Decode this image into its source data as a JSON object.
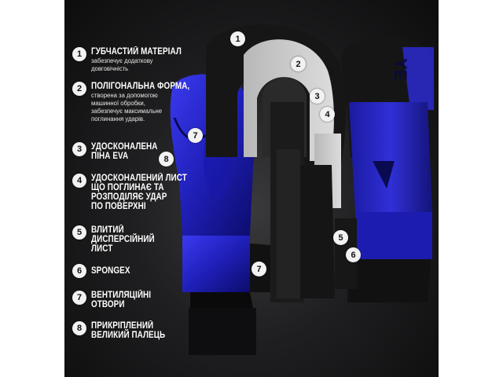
{
  "features": [
    {
      "num": "1",
      "title": "ГУБЧАСТИЙ МАТЕРІАЛ",
      "desc": "забезпечує додаткову\nдовговічність"
    },
    {
      "num": "2",
      "title": "ПОЛІГОНАЛЬНА ФОРМА,",
      "desc": "створена за допомогою\nмашинної обробки,\nзабезпечує максимальне\nпоглинання ударів."
    },
    {
      "num": "3",
      "title": "УДОСКОНАЛЕНА\nПІНА EVA",
      "desc": ""
    },
    {
      "num": "4",
      "title": "УДОСКОНАЛЕНИЙ ЛИСТ\nЩО ПОГЛИНАЄ ТА\nРОЗПОДІЛЯЄ УДАР\nПО ПОВЕРХНІ",
      "desc": ""
    },
    {
      "num": "5",
      "title": "ВЛИТИЙ\nДИСПЕРСІЙНИЙ\nЛИСТ",
      "desc": ""
    },
    {
      "num": "6",
      "title": "SPONGEX",
      "desc": ""
    },
    {
      "num": "7",
      "title": "ВЕНТИЛЯЦІЙНІ\nОТВОРИ",
      "desc": ""
    },
    {
      "num": "8",
      "title": "ПРИКРІПЛЕНИЙ\nВЕЛИКИЙ ПАЛЕЦЬ",
      "desc": ""
    }
  ],
  "callouts": [
    "1",
    "2",
    "3",
    "4",
    "7",
    "8",
    "7",
    "5",
    "6"
  ],
  "brand_mark": "YE",
  "colors": {
    "glove_blue": "#2323c8",
    "foam_black": "#1a1a1a",
    "foam_grey": "#c9c9c9"
  }
}
